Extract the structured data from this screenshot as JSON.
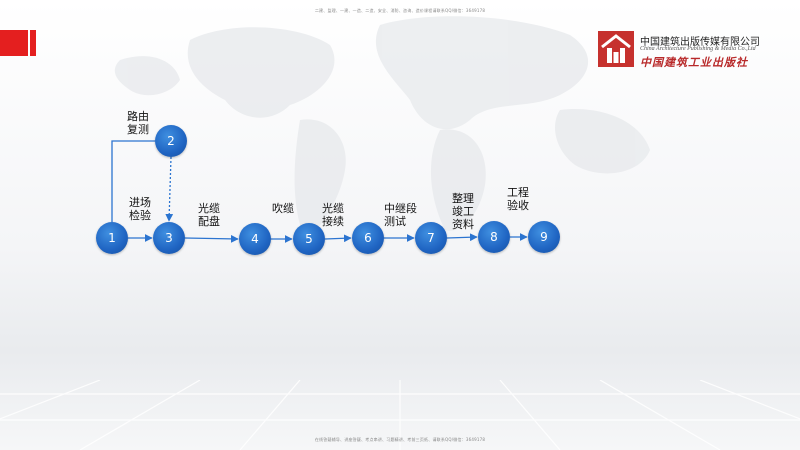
{
  "header": {
    "top_note": "二建、监理、一建、一造、二造、安全、消防、咨询、造价课程请联系QQ/微信：3649178"
  },
  "logo": {
    "name_cn": "中国建筑出版传媒有限公司",
    "name_en": "China Architecture Publishing & Media Co.,Ltd",
    "name_cn_2": "中国建筑工业出版社"
  },
  "diagram": {
    "nodes": [
      {
        "id": "1",
        "label": [
          "",
          ""
        ]
      },
      {
        "id": "2",
        "label": [
          "路由",
          "复测"
        ]
      },
      {
        "id": "3",
        "label": [
          "进场",
          "检验"
        ]
      },
      {
        "id": "4",
        "label": [
          "光缆",
          "配盘"
        ]
      },
      {
        "id": "5",
        "label": [
          "吹缆",
          ""
        ]
      },
      {
        "id": "6",
        "label": [
          "光缆",
          "接续"
        ]
      },
      {
        "id": "7",
        "label": [
          "中继段",
          "测试"
        ]
      },
      {
        "id": "8",
        "label": [
          "整理",
          "竣工",
          "资料"
        ]
      },
      {
        "id": "9",
        "label": [
          "工程",
          "验收"
        ]
      }
    ],
    "edges": [
      {
        "from": "1",
        "to": "2",
        "style": "solid"
      },
      {
        "from": "1",
        "to": "3",
        "style": "solid"
      },
      {
        "from": "2",
        "to": "3",
        "style": "dashed"
      },
      {
        "from": "3",
        "to": "4",
        "style": "solid"
      },
      {
        "from": "4",
        "to": "5",
        "style": "solid"
      },
      {
        "from": "5",
        "to": "6",
        "style": "solid"
      },
      {
        "from": "6",
        "to": "7",
        "style": "solid"
      },
      {
        "from": "7",
        "to": "8",
        "style": "solid"
      },
      {
        "from": "8",
        "to": "9",
        "style": "solid"
      }
    ],
    "colors": {
      "node": "#1f64c2",
      "edge": "#2b74d0"
    }
  },
  "footer": {
    "bottom_note": "在线答疑辅导、讲座答疑、考点串讲、习题精讲、考前三页纸、请联系QQ/微信：3649178"
  }
}
